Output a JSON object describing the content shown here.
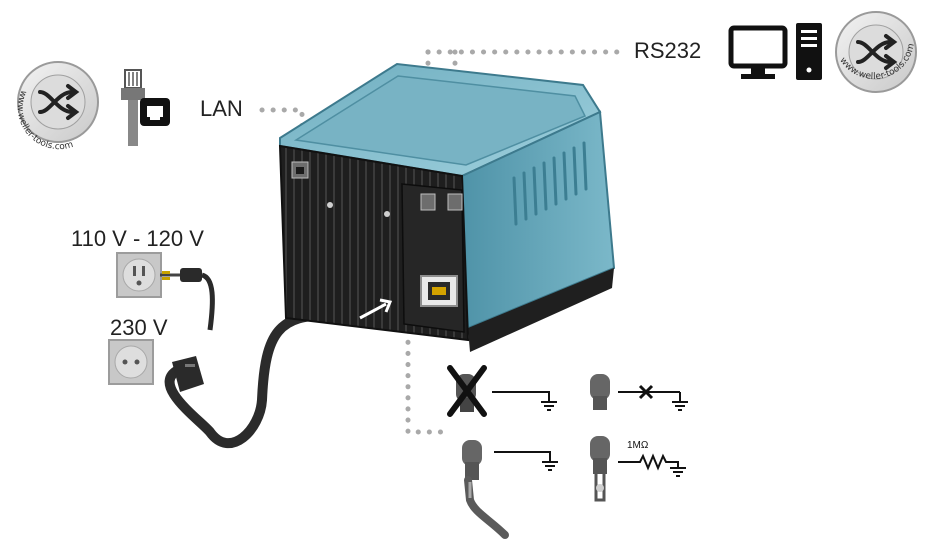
{
  "labels": {
    "lan": "LAN",
    "rs232": "RS232",
    "voltage_110_120": "110 V - 120 V",
    "voltage_230": "230 V",
    "resistor_value": "1MΩ"
  },
  "watermark": {
    "text": "www.weller-tools.com",
    "icon": "shuffle-arrows-icon"
  },
  "icons": {
    "pc": "desktop-computer-icon",
    "lan_plug": "rj45-plug-icon",
    "outlet_us": "us-power-outlet-icon",
    "outlet_eu": "eu-power-outlet-icon",
    "grounding": "ground-symbol-icon"
  },
  "colors": {
    "housing_teal": "#4f93a8",
    "housing_light": "#8cc3d2",
    "panel_black": "#1e1e1e",
    "dots": "#a9a9a9"
  }
}
